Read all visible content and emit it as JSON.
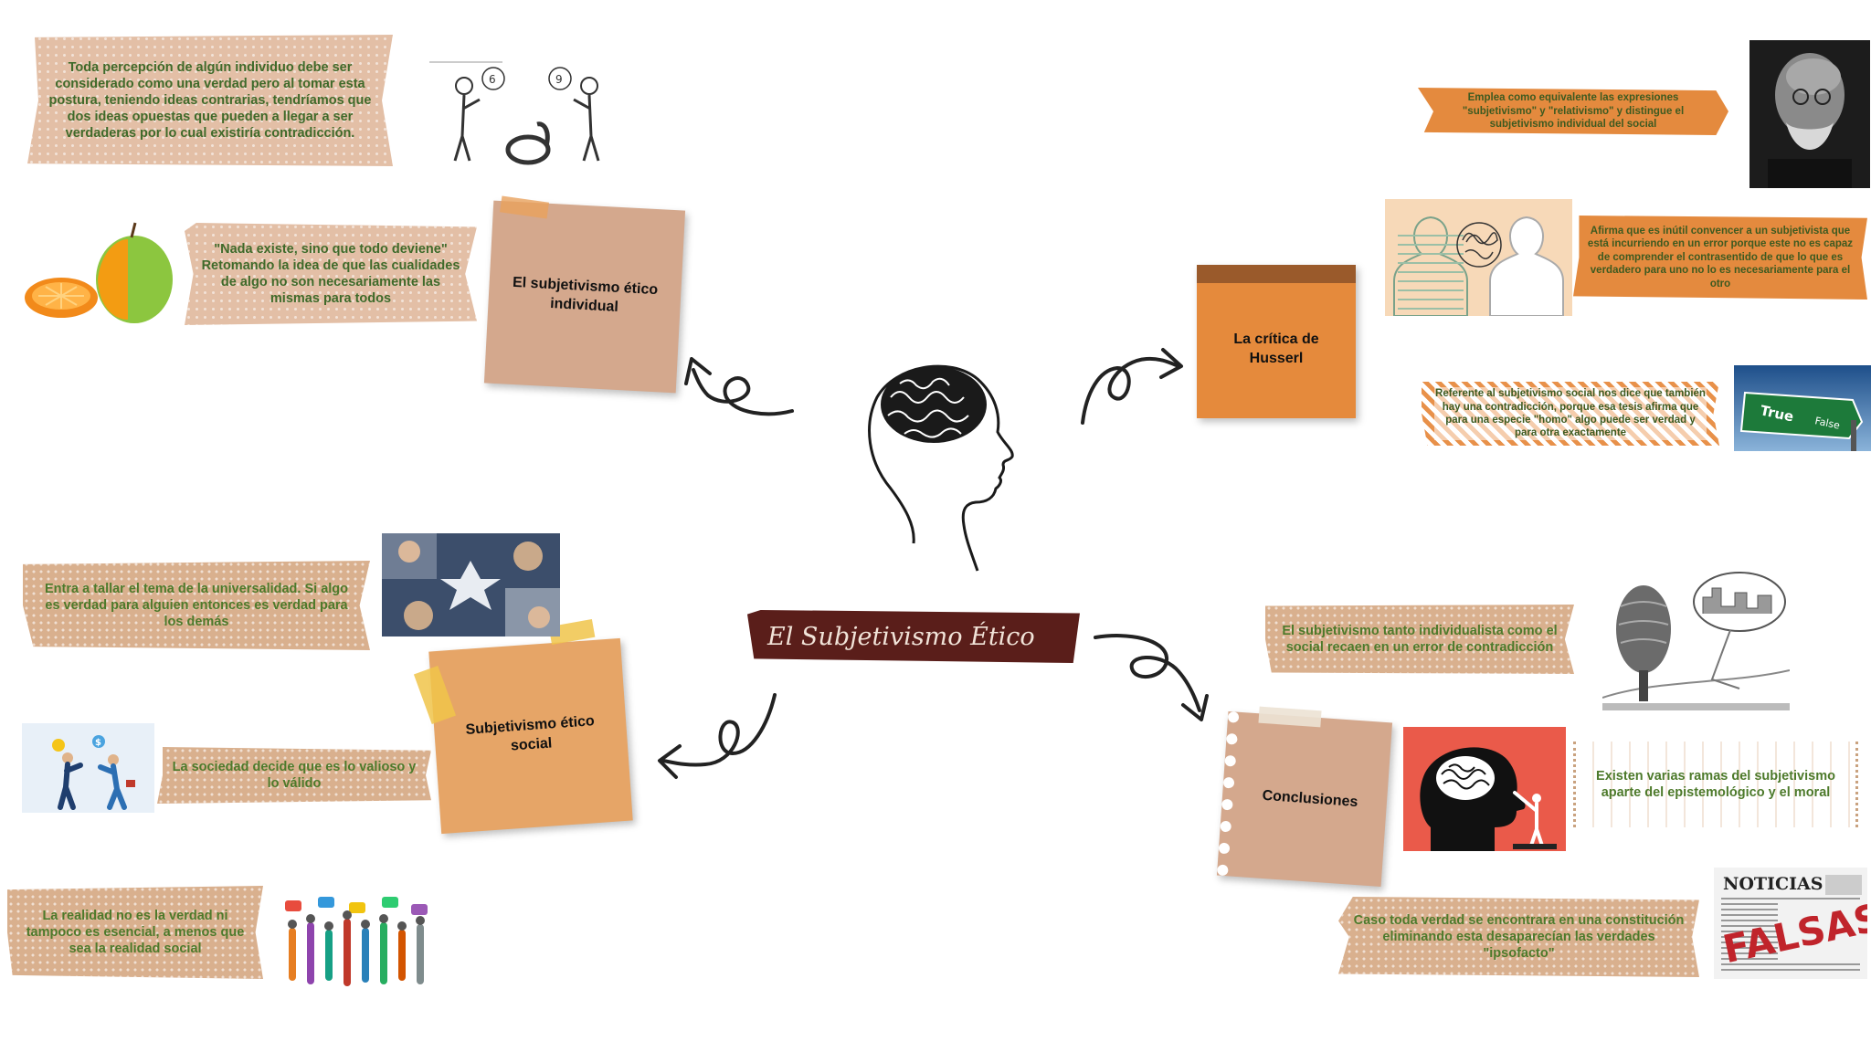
{
  "central": {
    "title": "El Subjetivismo Ético"
  },
  "topics": {
    "individual": "El subjetivismo ético individual",
    "husserl": "La crítica de Husserl",
    "social": "Subjetivismo ético social",
    "conclusiones": "Conclusiones"
  },
  "individual_notes": {
    "percepcion": "Toda percepción de algún individuo debe ser considerado como una verdad pero al tomar esta postura, teniendo ideas contrarias, tendríamos que dos ideas opuestas que pueden a llegar a ser verdaderas por lo cual existiría contradicción.",
    "nada_existe": "\"Nada existe, sino que todo deviene\" Retomando la idea de que las cualidades de algo no son necesariamente las mismas para todos"
  },
  "husserl_notes": {
    "emplea": "Emplea como equivalente las expresiones \"subjetivismo\" y \"relativismo\" y distingue el subjetivismo individual del social",
    "afirma": "Afirma que es inútil convencer a un subjetivista que está incurriendo en un error porque este no es capaz de comprender el contrasentido de que lo que es verdadero para uno no lo es necesariamente para el otro",
    "referente": "Referente al subjetivismo social nos dice que también hay una contradicción, porque esa tesis afirma que para una especie \"homo\" algo puede ser verdad y para otra exactamente"
  },
  "social_notes": {
    "universalidad": "Entra a tallar el tema de la universalidad. Si algo es verdad para alguien entonces es verdad para los demás",
    "sociedad": "La sociedad decide que es lo valioso y lo válido",
    "realidad": "La realidad no es la verdad ni tampoco es esencial, a menos que sea la realidad social"
  },
  "conclusion_notes": {
    "recaen": "El subjetivismo tanto individualista como el social recaen en un error de contradicción",
    "ramas": "Existen varias ramas del subjetivismo aparte del epistemológico y el moral",
    "caso": "Caso toda verdad se encontrara en una constitución eliminando esta desaparecían las verdades \"ipsofacto\""
  },
  "image_text": {
    "sign_true": "True",
    "sign_false": "False",
    "newspaper_header": "NOTICIAS",
    "newspaper_stamp": "FALSAS"
  },
  "colors": {
    "central_bar": "#5a1e1a",
    "tan": "#d4a88d",
    "orange": "#e58a3c",
    "text_green": "#3f6a2a"
  }
}
